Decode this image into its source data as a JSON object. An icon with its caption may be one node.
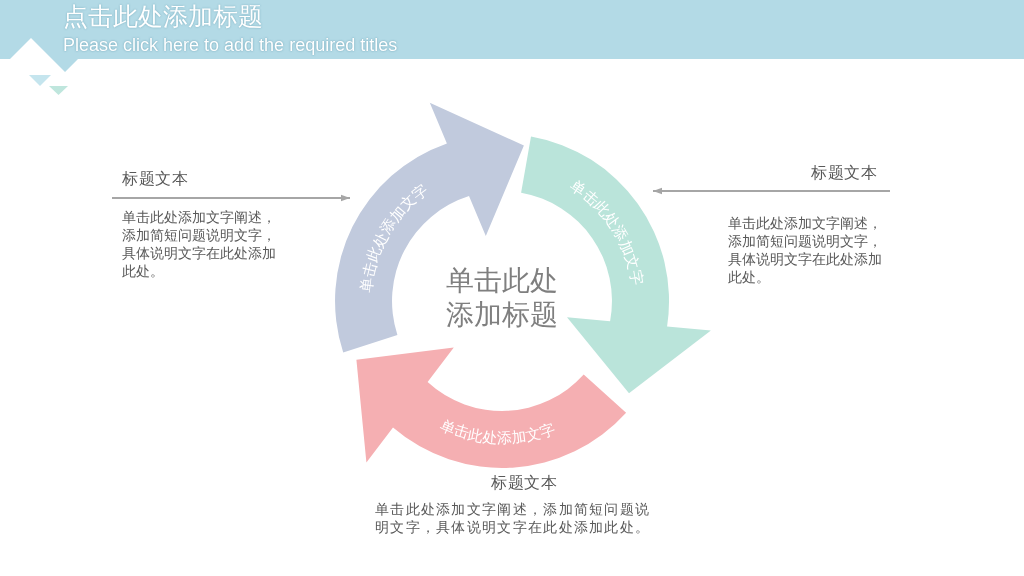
{
  "diagram": {
    "title": "点击此处添加标题",
    "nodes": [
      {
        "text": [
          "单击此处添加文字"
        ]
      },
      {
        "text": [
          "单击此处添加文字"
        ]
      },
      {
        "text": [
          "单击此处添加文字"
        ],
        "beside": [
          "标题文本",
          "单击此处添加文字阐述，添加简短问题说明文字，具体说明文字在此处添加此处。"
        ]
      },
      {
        "text": [
          "标题文本",
          "单击此处添加文字阐述，添加简短问题说明文字，具体说明文字在此处添加此处。"
        ]
      },
      {
        "text": [
          "标题文本",
          "单击此处添加文字阐述，添加简短问题说明文字，具体说明文字在此处添加此处。"
        ]
      }
    ],
    "edges": [
      {
        "from": 3,
        "to": 0,
        "arrow": "to"
      },
      {
        "from": 4,
        "to": 1,
        "arrow": "to"
      }
    ],
    "labels": [
      "Please click here to add the required titles",
      "单击此处添加标题"
    ]
  }
}
